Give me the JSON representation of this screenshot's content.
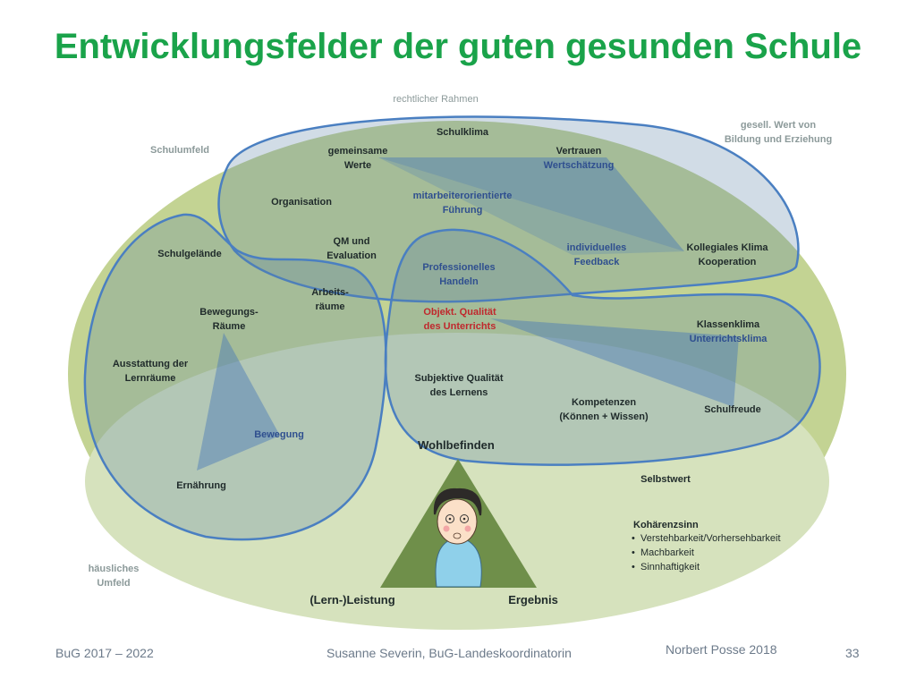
{
  "title": "Entwicklungsfelder der guten gesunden Schule",
  "outer": {
    "rechtlicher_rahmen": "rechtlicher Rahmen",
    "gesell_wert_1": "gesell. Wert von",
    "gesell_wert_2": "Bildung und Erziehung",
    "schulumfeld": "Schulumfeld",
    "haeusliches_1": "häusliches",
    "haeusliches_2": "Umfeld"
  },
  "labels": {
    "schulklima": "Schulklima",
    "gemeinsame_1": "gemeinsame",
    "gemeinsame_2": "Werte",
    "vertrauen_1": "Vertrauen",
    "vertrauen_2": "Wertschätzung",
    "organisation": "Organisation",
    "mitarbeiter_1": "mitarbeiterorientierte",
    "mitarbeiter_2": "Führung",
    "qm_1": "QM und",
    "qm_2": "Evaluation",
    "individuelles_1": "individuelles",
    "individuelles_2": "Feedback",
    "kollegiales_1": "Kollegiales Klima",
    "kollegiales_2": "Kooperation",
    "schulgelaende": "Schulgelände",
    "professionelles_1": "Professionelles",
    "professionelles_2": "Handeln",
    "arbeits_1": "Arbeits-",
    "arbeits_2": "räume",
    "bewegungs_1": "Bewegungs-",
    "bewegungs_2": "Räume",
    "objekt_1": "Objekt. Qualität",
    "objekt_2": "des Unterrichts",
    "klassenklima_1": "Klassenklima",
    "klassenklima_2": "Unterrichtsklima",
    "ausstattung_1": "Ausstattung der",
    "ausstattung_2": "Lernräume",
    "subjektive_1": "Subjektive Qualität",
    "subjektive_2": "des Lernens",
    "kompetenzen_1": "Kompetenzen",
    "kompetenzen_2": "(Können + Wissen)",
    "schulfreude": "Schulfreude",
    "bewegung": "Bewegung",
    "wohlbefinden": "Wohlbefinden",
    "ernaehrung": "Ernährung",
    "selbstwert": "Selbstwert",
    "leistung": "(Lern-)Leistung",
    "ergebnis": "Ergebnis"
  },
  "koharenz": {
    "heading": "Kohärenzsinn",
    "items": [
      "Verstehbarkeit/Vorhersehbarkeit",
      "Machbarkeit",
      "Sinnhaftigkeit"
    ],
    "bullet": "•"
  },
  "footer": {
    "left": "BuG 2017 – 2022",
    "center": "Susanne Severin, BuG-Landeskoordinatorin",
    "right": "Norbert Posse 2018",
    "page": "33"
  },
  "colors": {
    "title": "#1aa34a",
    "outer_ellipse": "#c3d393",
    "inner_ellipse": "#d6e2bd",
    "region_stroke": "#4a7fc1",
    "triangle_fill": "#6f8f4a"
  }
}
